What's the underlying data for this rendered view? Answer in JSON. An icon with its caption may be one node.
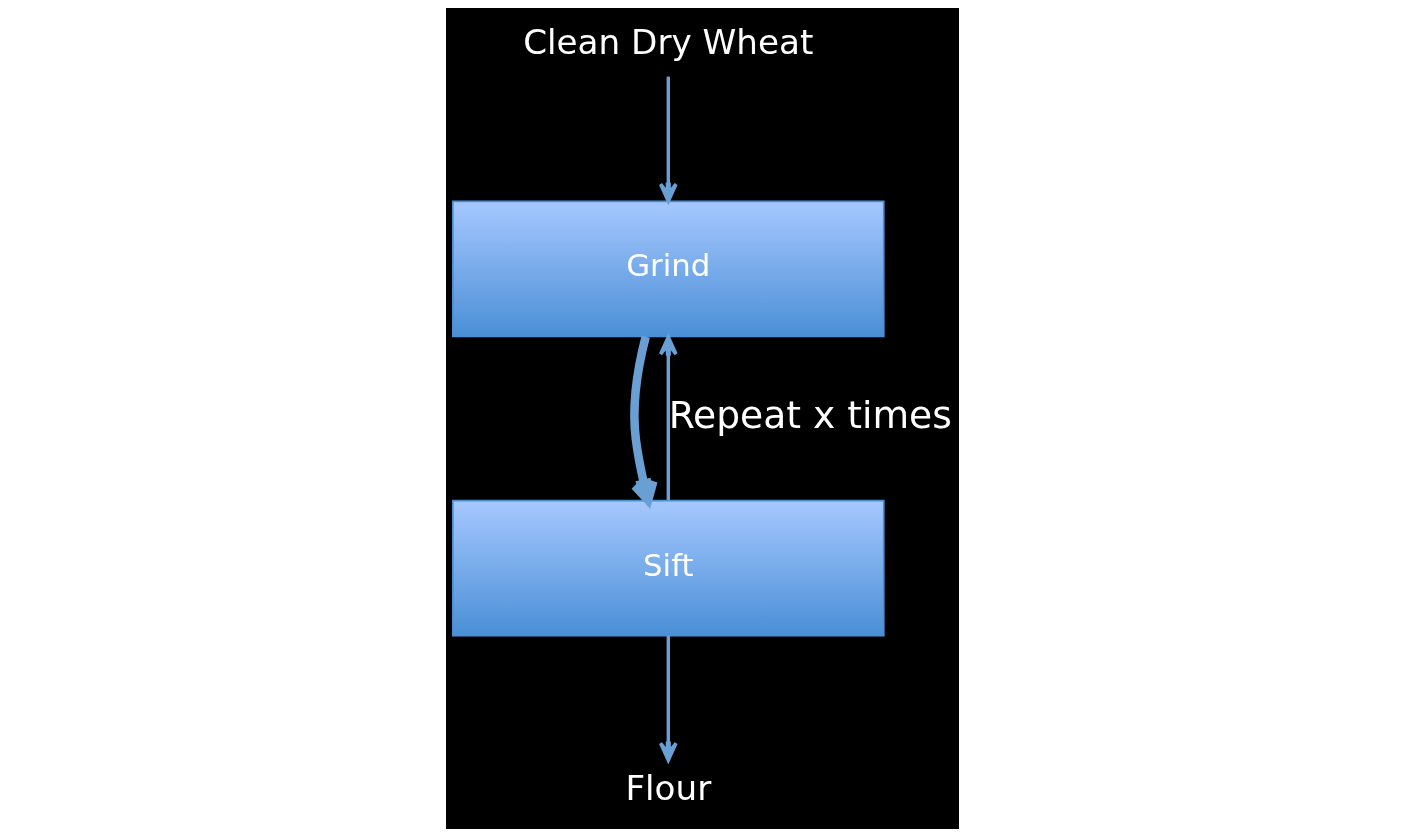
{
  "diagram": {
    "nodes": [
      {
        "text": [
          "Clean Dry Wheat"
        ]
      },
      {
        "text": [
          "Sift"
        ]
      },
      {
        "text": [
          "Grind"
        ]
      },
      {
        "text": [
          "Flour"
        ]
      }
    ],
    "edges": [
      {
        "from": 0,
        "to": 2,
        "arrow": "to"
      },
      {
        "from": 2,
        "to": 1,
        "arrow": "to",
        "style": "thick"
      },
      {
        "from": 1,
        "to": 2,
        "arrow": "to",
        "label": "Repeat x times"
      },
      {
        "from": 1,
        "to": 3,
        "arrow": "to"
      }
    ]
  }
}
